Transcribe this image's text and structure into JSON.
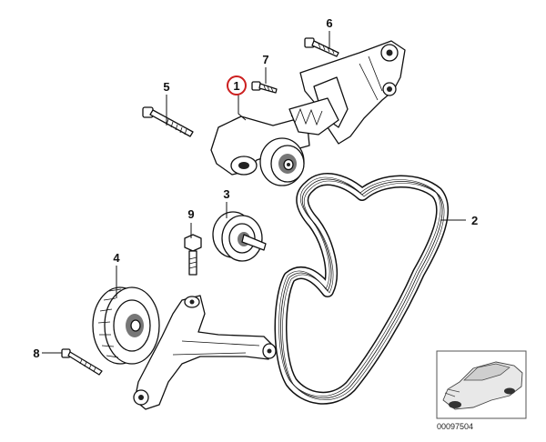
{
  "callouts": [
    {
      "id": "1",
      "label": "1",
      "highlighted": true
    },
    {
      "id": "2",
      "label": "2"
    },
    {
      "id": "3",
      "label": "3"
    },
    {
      "id": "4",
      "label": "4"
    },
    {
      "id": "5",
      "label": "5"
    },
    {
      "id": "6",
      "label": "6"
    },
    {
      "id": "7",
      "label": "7"
    },
    {
      "id": "8",
      "label": "8"
    },
    {
      "id": "9",
      "label": "9"
    }
  ],
  "highlight_color": "#cc1f1f",
  "reference_number": "00097504"
}
